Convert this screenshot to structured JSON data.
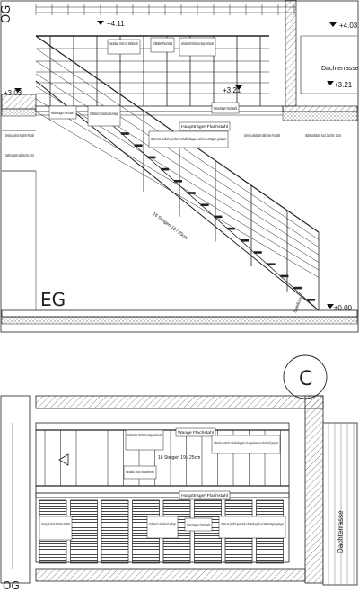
{
  "drawing": {
    "section_view": {
      "floor_labels": {
        "upper": "OG",
        "ground": "EG"
      },
      "space_label": "Dachterrasse",
      "levels": {
        "og_floor": "+4.11",
        "terrace_top": "+4.03",
        "left_landing": "+3.03",
        "terrace_lower": "+3.21",
        "stair_top": "+3.21",
        "ground": "±0.00"
      },
      "stair_note": "16 Steigen 19 / 25cm",
      "base_note": "Stahlfuss",
      "annotations": {
        "handrail": "Handlauf: Holz mit Stahlseele",
        "balusters": "Füllstäbe Flachstahl",
        "railing_bars": "Geländerstäbe Flachstahl an Wange geschweisst",
        "secondary_beam_left": "Nebenträger Flachstahl",
        "steel_flange": "Stahlflansch (umlaufend) als Auflager",
        "main_beam": "Hauptträger Flachstahl",
        "steps": "Gitterrost (seitlich gerichtet) schallentkoppelt auf Nebenträgern gelagert",
        "secondary_beam_right": "Nebenträger Flachstahl",
        "frame_left": "dreiseitig umlaufender Stahlrahmen Flachstahl",
        "support_left": "Stahlrundstütze rund, Durchm. 18cm",
        "frame_right": "dreiseitig umlaufender Stahlrahmen Flachstahl",
        "support_right": "Stahlrundstütze rund, Durchm. 18cm"
      }
    },
    "plan_view": {
      "section_marker": "C",
      "floor_label": "OG",
      "space_label": "Dachterrasse",
      "stair_note": "16 Steigen 19 / 25cm",
      "annotations": {
        "railing_bars": "Geländerstäbe Flachstahl an Wange geschweisst",
        "handrail": "Handlauf: Holz mit Stahlseele",
        "side_rail": "Wange Flachstahl",
        "treads": "Trittstufen Hartholz schallentkoppelt auf eingelassenem Flachstahl gelagert",
        "main_beam": "Hauptträger Flachstahl",
        "frame": "dreiseitig umlaufender Stahlrahmen Flachstahl",
        "flange": "Stahlflansch umlaufend als Auflager",
        "secondary_beam": "Nebenträger Flachstahl",
        "grating": "Gitterrost (seitlich gerichtet) schallentkoppelt auf Nebenträgern gelagert"
      }
    }
  }
}
